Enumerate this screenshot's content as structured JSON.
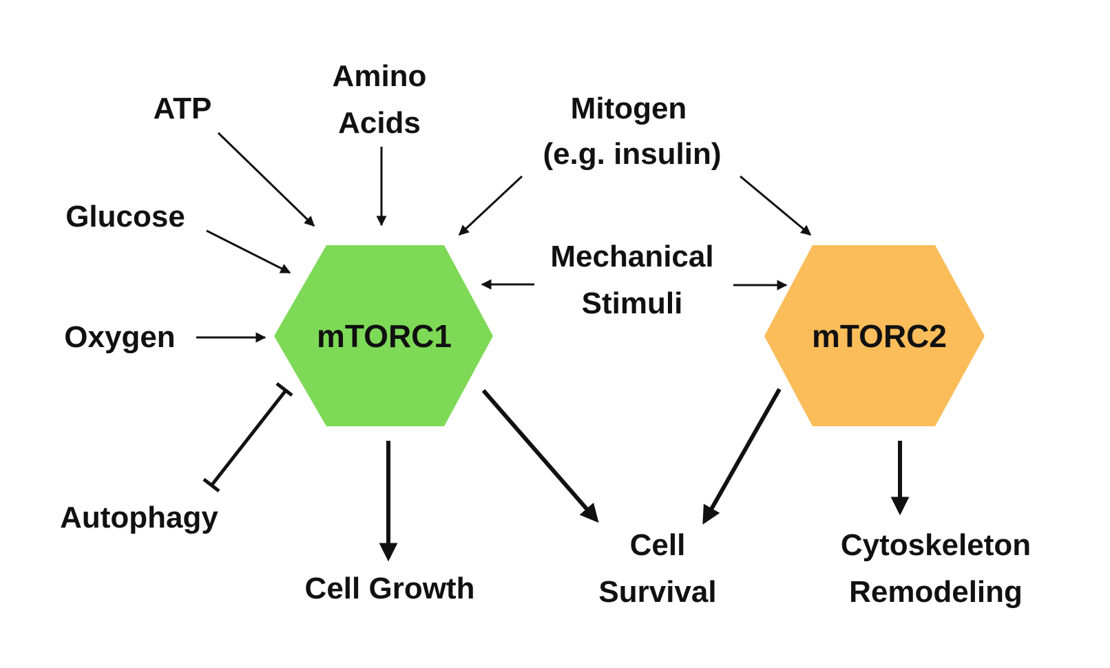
{
  "nodes": {
    "mtorc1": {
      "label": "mTORC1",
      "color": "#7ed957"
    },
    "mtorc2": {
      "label": "mTORC2",
      "color": "#fbbc5a"
    }
  },
  "inputs": {
    "atp": "ATP",
    "amino_acids": [
      "Amino",
      "Acids"
    ],
    "mitogen": [
      "Mitogen",
      "(e.g. insulin)"
    ],
    "glucose": "Glucose",
    "mechanical_stimuli": [
      "Mechanical",
      "Stimuli"
    ],
    "oxygen": "Oxygen"
  },
  "outputs": {
    "autophagy": "Autophagy",
    "cell_growth": "Cell Growth",
    "cell_survival": [
      "Cell",
      "Survival"
    ],
    "cytoskeleton_remodeling": [
      "Cytoskeleton",
      "Remodeling"
    ]
  },
  "edges": [
    {
      "from": "ATP",
      "to": "mTORC1",
      "type": "activation"
    },
    {
      "from": "Amino Acids",
      "to": "mTORC1",
      "type": "activation"
    },
    {
      "from": "Mitogen (e.g. insulin)",
      "to": "mTORC1",
      "type": "activation"
    },
    {
      "from": "Mitogen (e.g. insulin)",
      "to": "mTORC2",
      "type": "activation"
    },
    {
      "from": "Glucose",
      "to": "mTORC1",
      "type": "activation"
    },
    {
      "from": "Mechanical Stimuli",
      "to": "mTORC1",
      "type": "activation"
    },
    {
      "from": "Mechanical Stimuli",
      "to": "mTORC2",
      "type": "activation"
    },
    {
      "from": "Oxygen",
      "to": "mTORC1",
      "type": "activation"
    },
    {
      "from": "mTORC1",
      "to": "Autophagy",
      "type": "mutual-inhibition"
    },
    {
      "from": "mTORC1",
      "to": "Cell Growth",
      "type": "activation"
    },
    {
      "from": "mTORC1",
      "to": "Cell Survival",
      "type": "activation"
    },
    {
      "from": "mTORC2",
      "to": "Cell Survival",
      "type": "activation"
    },
    {
      "from": "mTORC2",
      "to": "Cytoskeleton Remodeling",
      "type": "activation"
    }
  ]
}
